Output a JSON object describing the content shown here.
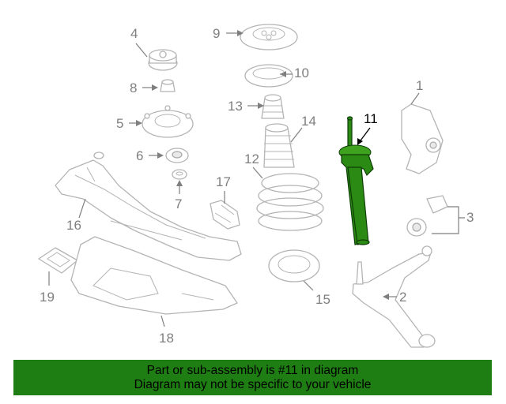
{
  "callouts": {
    "c1": "1",
    "c2": "2",
    "c3": "3",
    "c4": "4",
    "c5": "5",
    "c6": "6",
    "c7": "7",
    "c8": "8",
    "c9": "9",
    "c10": "10",
    "c11": "11",
    "c12": "12",
    "c13": "13",
    "c14": "14",
    "c15": "15",
    "c16": "16",
    "c17": "17",
    "c18": "18",
    "c19": "19"
  },
  "highlighted_part": "11",
  "colors": {
    "highlight": "#2b8a14",
    "banner": "#1e7d13",
    "line_art": "#b4b4b4",
    "callout_text": "#7f7f7f"
  },
  "banner": {
    "line1": "Part or sub-assembly is #11 in diagram",
    "line2": "Diagram may not be specific to your vehicle"
  }
}
